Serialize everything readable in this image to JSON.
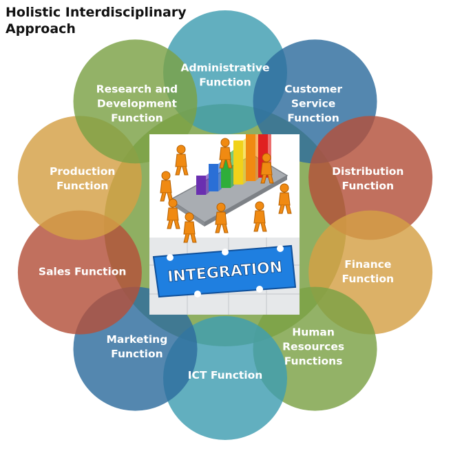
{
  "title": "Holistic Interdisciplinary Approach",
  "functions": [
    {
      "label": "Administrative Function",
      "lines": [
        "Administrative",
        "Function"
      ],
      "color": "#3f9db1"
    },
    {
      "label": "Customer Service Function",
      "lines": [
        "Customer",
        "Service",
        "Function"
      ],
      "color": "#2e6d9e"
    },
    {
      "label": "Distribution Function",
      "lines": [
        "Distribution",
        "Function"
      ],
      "color": "#b3503a"
    },
    {
      "label": "Finance Function",
      "lines": [
        "Finance",
        "Function"
      ],
      "color": "#d4a046"
    },
    {
      "label": "Human Resources Functions",
      "lines": [
        "Human",
        "Resources",
        "Functions"
      ],
      "color": "#7ba146"
    },
    {
      "label": "ICT Function",
      "lines": [
        "ICT Function"
      ],
      "color": "#3f9db1"
    },
    {
      "label": "Marketing Function",
      "lines": [
        "Marketing",
        "Function"
      ],
      "color": "#2e6d9e"
    },
    {
      "label": "Sales Function",
      "lines": [
        "Sales Function"
      ],
      "color": "#b3503a"
    },
    {
      "label": "Production Function",
      "lines": [
        "Production",
        "Function"
      ],
      "color": "#d4a046"
    },
    {
      "label": "Research and Development Function",
      "lines": [
        "Research and",
        "Development",
        "Function"
      ],
      "color": "#7ba146"
    }
  ],
  "center_image": {
    "word": "INTEGRATION",
    "bar_colors": [
      "#6a2fb0",
      "#2a6fd6",
      "#2fae3a",
      "#f1d21a",
      "#f08a12",
      "#e02020"
    ]
  }
}
